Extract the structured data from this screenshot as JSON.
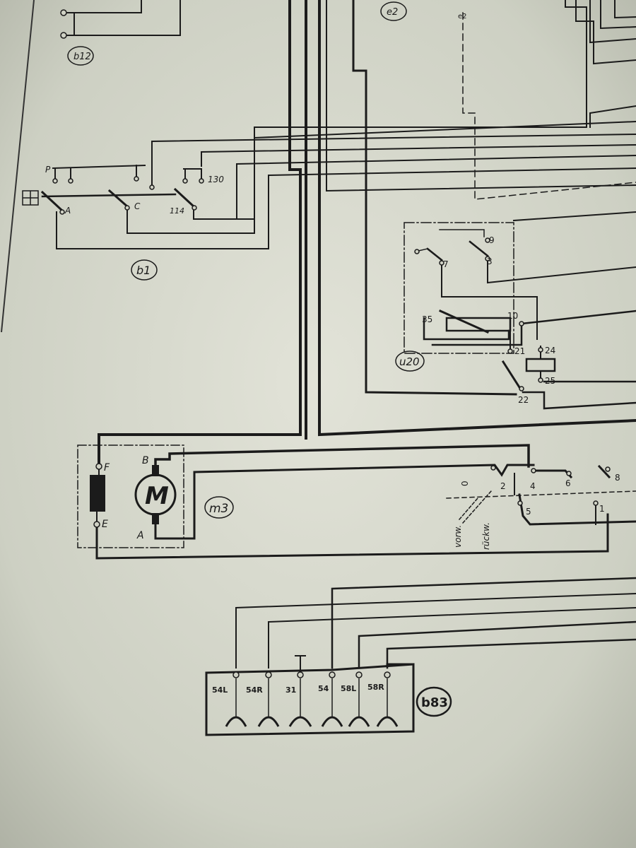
{
  "components": {
    "b12": "b12",
    "e2": "e2",
    "b1": "b1",
    "u20": "u20",
    "m3": "m3",
    "b83": "b83",
    "e2_small": "e2"
  },
  "b1_terminals": {
    "p": "P",
    "a": "A",
    "c": "C",
    "t114": "114",
    "t130": "130"
  },
  "u20_terminals": {
    "t9": "9",
    "t7": "7",
    "t3": "3",
    "t35": "35",
    "t10": "10",
    "t21": "21",
    "t24": "24",
    "t25": "25",
    "t22": "22"
  },
  "m3_terminals": {
    "f": "F",
    "e": "E",
    "b": "B",
    "a": "A",
    "motor": "M"
  },
  "switch_labels": {
    "s0": "0",
    "s2": "2",
    "s4": "4",
    "s6": "6",
    "s8": "8",
    "s5": "5",
    "s1": "1",
    "vorw": "vorw.",
    "ruckw": "rückw."
  },
  "b83_terminals": [
    "54L",
    "54R",
    "31",
    "54",
    "58L",
    "58R"
  ],
  "colors": {
    "paper": "#cfd1c4",
    "ink": "#1b1b1b"
  }
}
